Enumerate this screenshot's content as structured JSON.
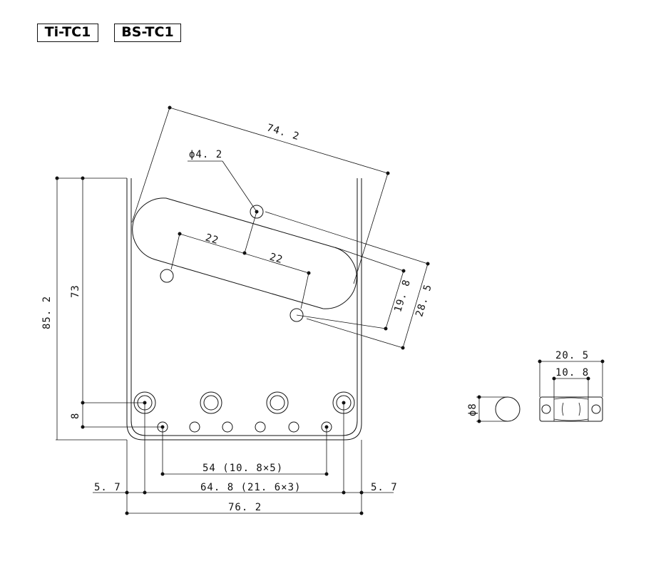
{
  "models": [
    "Ti-TC1",
    "BS-TC1"
  ],
  "dimensions": {
    "top_width": "74. 2",
    "hole_diameter": "ϕ4. 2",
    "spacing_1": "22",
    "spacing_2": "22",
    "pickup_inner": "19. 8",
    "pickup_outer": "28. 5",
    "total_height": "85. 2",
    "height_73": "73",
    "height_8": "8",
    "front_holes": "54 (10. 8×5)",
    "mount_holes": "64. 8 (21. 6×3)",
    "margin_left": "5. 7",
    "margin_right": "5. 7",
    "total_width": "76. 2",
    "saddle_diameter": "ϕ8",
    "saddle_length": "20. 5",
    "saddle_inner": "10. 8"
  }
}
